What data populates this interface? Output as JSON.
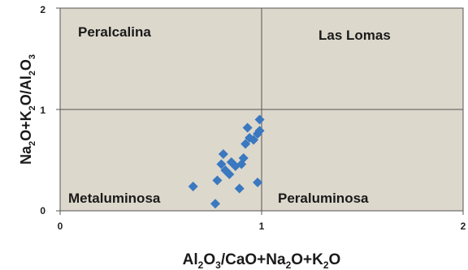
{
  "chart_data": {
    "type": "scatter",
    "xlim": [
      0,
      2
    ],
    "ylim": [
      0,
      2
    ],
    "x_ticks": [
      "0",
      "1",
      "2"
    ],
    "y_ticks": [
      "0",
      "1",
      "2"
    ],
    "xlabel": "Al2O3/CaO+Na2O+K2O",
    "ylabel": "Na2O+K2O/Al2O3",
    "region_labels": {
      "top_left": "Peralcalina",
      "top_right": "Las Lomas",
      "bottom_left": "Metaluminosa",
      "bottom_right": "Peraluminosa"
    },
    "divider": {
      "x": 1,
      "y": 1
    },
    "grid": false,
    "legend": "none",
    "plot_background": "#ddd8cc",
    "marker_color": "#3a78c0",
    "points": [
      {
        "x": 0.66,
        "y": 0.24
      },
      {
        "x": 0.77,
        "y": 0.07
      },
      {
        "x": 0.78,
        "y": 0.3
      },
      {
        "x": 0.8,
        "y": 0.46
      },
      {
        "x": 0.81,
        "y": 0.56
      },
      {
        "x": 0.82,
        "y": 0.4
      },
      {
        "x": 0.84,
        "y": 0.36
      },
      {
        "x": 0.85,
        "y": 0.48
      },
      {
        "x": 0.87,
        "y": 0.44
      },
      {
        "x": 0.89,
        "y": 0.22
      },
      {
        "x": 0.9,
        "y": 0.46
      },
      {
        "x": 0.91,
        "y": 0.52
      },
      {
        "x": 0.92,
        "y": 0.66
      },
      {
        "x": 0.93,
        "y": 0.82
      },
      {
        "x": 0.94,
        "y": 0.72
      },
      {
        "x": 0.96,
        "y": 0.7
      },
      {
        "x": 0.98,
        "y": 0.28
      },
      {
        "x": 0.98,
        "y": 0.76
      },
      {
        "x": 0.99,
        "y": 0.9
      },
      {
        "x": 0.99,
        "y": 0.79
      }
    ]
  }
}
